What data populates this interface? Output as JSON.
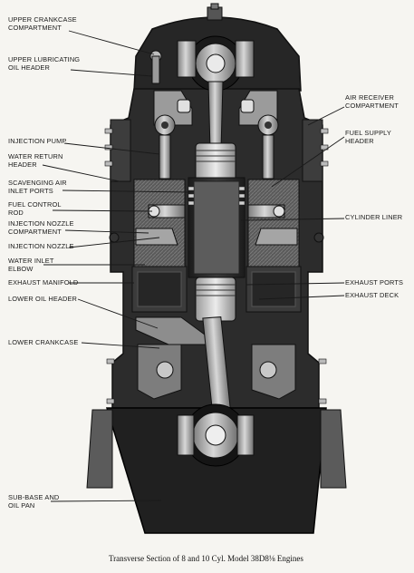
{
  "labels_left": [
    {
      "id": "upper-crankcase-compartment",
      "lines": [
        "UPPER CRANKCASE",
        "COMPARTMENT"
      ]
    },
    {
      "id": "upper-lubricating-oil-header",
      "lines": [
        "UPPER LUBRICATING",
        "OIL HEADER"
      ]
    },
    {
      "id": "injection-pump",
      "lines": [
        "INJECTION PUMP"
      ]
    },
    {
      "id": "water-return-header",
      "lines": [
        "WATER RETURN",
        "HEADER"
      ]
    },
    {
      "id": "scavenging-air-inlet-ports",
      "lines": [
        "SCAVENGING AIR",
        "INLET PORTS"
      ]
    },
    {
      "id": "fuel-control-rod",
      "lines": [
        "FUEL CONTROL",
        "ROD"
      ]
    },
    {
      "id": "injection-nozzle-compartment",
      "lines": [
        "INJECTION NOZZLE",
        "COMPARTMENT"
      ]
    },
    {
      "id": "injection-nozzle",
      "lines": [
        "INJECTION NOZZLE"
      ]
    },
    {
      "id": "water-inlet-elbow",
      "lines": [
        "WATER INLET",
        "ELBOW"
      ]
    },
    {
      "id": "exhaust-manifold",
      "lines": [
        "EXHAUST MANIFOLD"
      ]
    },
    {
      "id": "lower-oil-header",
      "lines": [
        "LOWER OIL HEADER"
      ]
    },
    {
      "id": "lower-crankcase",
      "lines": [
        "LOWER CRANKCASE"
      ]
    },
    {
      "id": "sub-base-and-oil-pan",
      "lines": [
        "SUB-BASE AND",
        "OIL PAN"
      ]
    }
  ],
  "labels_right": [
    {
      "id": "air-receiver-compartment",
      "lines": [
        "AIR RECEIVER",
        "COMPARTMENT"
      ]
    },
    {
      "id": "fuel-supply-header",
      "lines": [
        "FUEL SUPPLY",
        "HEADER"
      ]
    },
    {
      "id": "cylinder-liner",
      "lines": [
        "CYLINDER LINER"
      ]
    },
    {
      "id": "exhaust-ports",
      "lines": [
        "EXHAUST PORTS"
      ]
    },
    {
      "id": "exhaust-deck",
      "lines": [
        "EXHAUST DECK"
      ]
    }
  ],
  "caption": "Transverse Section of 8 and 10 Cyl. Model 38D8⅛ Engines",
  "colors": {
    "background": "#f6f5f1",
    "casting": "#2b2b2b",
    "metal": "#8e8e8e",
    "light_metal": "#cfcfcf",
    "ink": "#1a1a1a"
  }
}
